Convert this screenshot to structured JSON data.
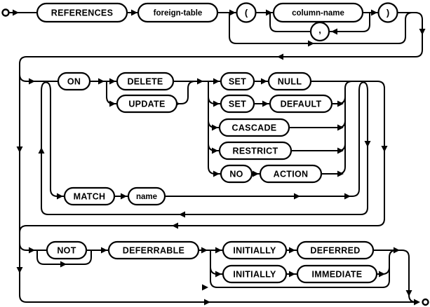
{
  "diagram": {
    "kind": "railroad-syntax-diagram",
    "colors": {
      "line": "#000000",
      "node_fill": "#ffffff",
      "text": "#000000",
      "background": "#ffffff"
    },
    "nodes": {
      "references": "REFERENCES",
      "foreign_table": "foreign-table",
      "lparen": "(",
      "column_name": "column-name",
      "comma": ",",
      "rparen": ")",
      "on": "ON",
      "delete": "DELETE",
      "update": "UPDATE",
      "set_a": "SET",
      "null": "NULL",
      "set_b": "SET",
      "default": "DEFAULT",
      "cascade": "CASCADE",
      "restrict": "RESTRICT",
      "no": "NO",
      "action": "ACTION",
      "match": "MATCH",
      "name": "name",
      "not": "NOT",
      "deferrable": "DEFERRABLE",
      "initially_a": "INITIALLY",
      "deferred": "DEFERRED",
      "initially_b": "INITIALLY",
      "immediate": "IMMEDIATE"
    }
  }
}
